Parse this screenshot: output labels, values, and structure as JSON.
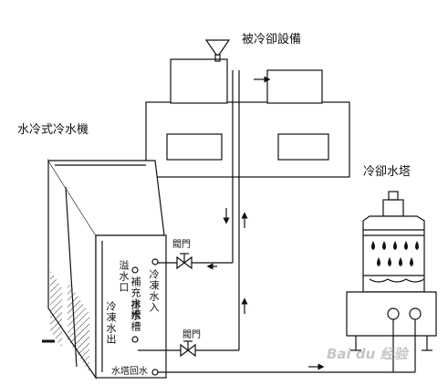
{
  "labels": {
    "cooled_equipment": "被冷卻設備",
    "water_chiller": "水冷式冷水機",
    "cooling_tower": "冷卻水塔",
    "valve_top": "閥門",
    "valve_bottom": "閥門",
    "chilled_in": "冷凍水入",
    "makeup_tank": "補充水槽",
    "overflow": "溢水口",
    "drain_tank": "排水槽",
    "chilled_out": "冷凍水出",
    "tower_return": "水塔回水"
  },
  "watermark": "Bai du 经验"
}
